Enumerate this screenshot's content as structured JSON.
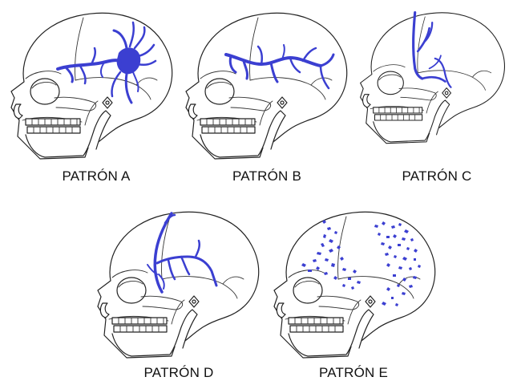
{
  "patterns": [
    {
      "id": "a",
      "label": "PATRÓN A"
    },
    {
      "id": "b",
      "label": "PATRÓN B"
    },
    {
      "id": "c",
      "label": "PATRÓN C"
    },
    {
      "id": "d",
      "label": "PATRÓN D"
    },
    {
      "id": "e",
      "label": "PATRÓN E"
    }
  ],
  "colors": {
    "vessel": "#3b3fd1",
    "outline": "#222222",
    "background": "#ffffff"
  }
}
